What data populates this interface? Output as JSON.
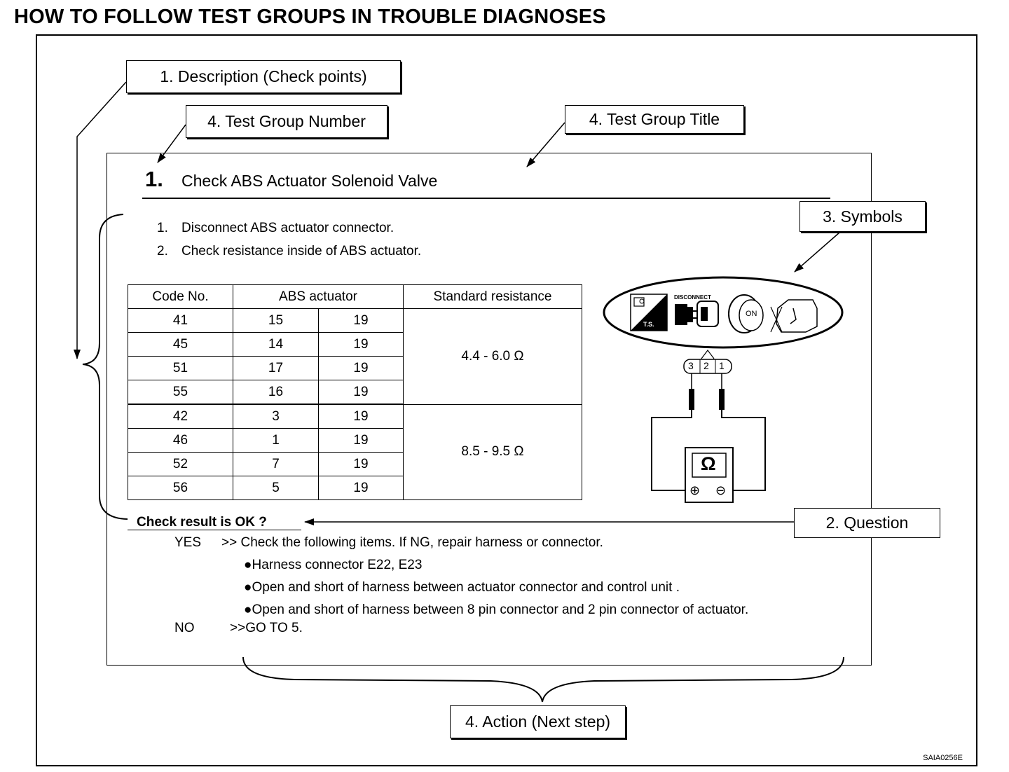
{
  "page_title": "HOW TO FOLLOW TEST GROUPS IN TROUBLE DIAGNOSES",
  "callouts": {
    "description": "1. Description (Check points)",
    "test_group_number": "4. Test Group Number",
    "test_group_title": "4. Test Group Title",
    "symbols": "3. Symbols",
    "question": "2.  Question",
    "action": "4. Action (Next step)"
  },
  "test_group": {
    "number": "1.",
    "title": "Check ABS Actuator Solenoid Valve",
    "steps": [
      {
        "num": "1.",
        "text": "Disconnect ABS actuator connector."
      },
      {
        "num": "2.",
        "text": "Check resistance inside of ABS actuator."
      }
    ]
  },
  "table": {
    "headers": {
      "code": "Code No.",
      "actuator": "ABS actuator",
      "standard": "Standard resistance"
    },
    "rows": [
      {
        "code": "41",
        "t1": "15",
        "t2": "19"
      },
      {
        "code": "45",
        "t1": "14",
        "t2": "19"
      },
      {
        "code": "51",
        "t1": "17",
        "t2": "19"
      },
      {
        "code": "55",
        "t1": "16",
        "t2": "19"
      },
      {
        "code": "42",
        "t1": "3",
        "t2": "19"
      },
      {
        "code": "46",
        "t1": "1",
        "t2": "19"
      },
      {
        "code": "52",
        "t1": "7",
        "t2": "19"
      },
      {
        "code": "56",
        "t1": "5",
        "t2": "19"
      }
    ],
    "ranges": [
      "4.4   -   6.0 Ω",
      "8.5   -   9.5 Ω"
    ]
  },
  "symbols": {
    "ts_label": "T.S.",
    "disconnect_label": "DISCONNECT",
    "on_label": "ON",
    "connector_pins": [
      "3",
      "2",
      "1"
    ],
    "meter_symbol": "Ω",
    "meter_plus": "⊕",
    "meter_minus": "⊖"
  },
  "question": {
    "text": "Check result is OK ?",
    "yes_label": "YES",
    "yes_text": ">> Check the following items.    If NG, repair harness or connector.",
    "items": [
      "Harness connector E22, E23",
      "Open and short of harness between actuator connector and control unit .",
      "Open and short of harness between 8 pin connector and 2 pin connector of actuator."
    ],
    "no_label": "NO",
    "no_text": ">>GO TO 5."
  },
  "figure_id": "SAIA0256E"
}
